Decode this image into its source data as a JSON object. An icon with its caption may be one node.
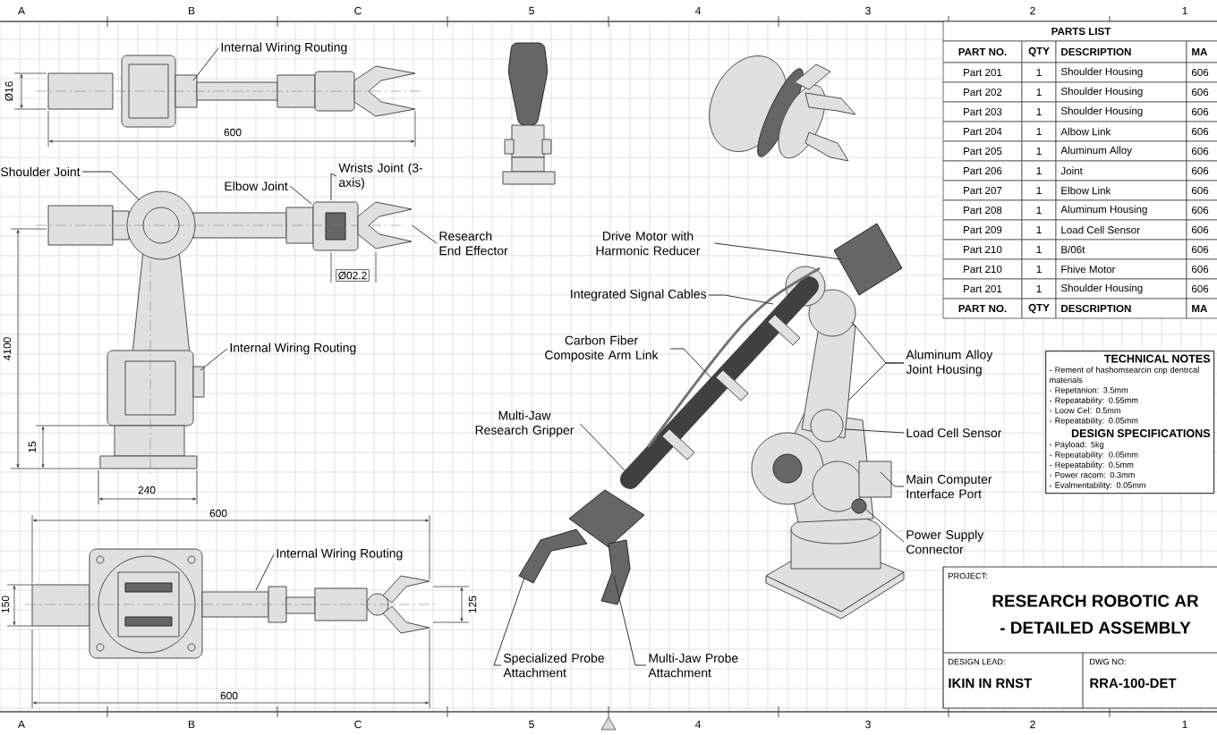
{
  "diagram": {
    "nodes": [
      {
        "text": [
          "Internal Wiring Routing"
        ]
      },
      {
        "text": [
          "Shoulder Joint"
        ]
      },
      {
        "text": [
          "Elbow Joint"
        ]
      },
      {
        "text": [
          "Wrists Joint (3-axis)"
        ]
      },
      {
        "text": [
          "Research End Effector"
        ]
      },
      {
        "text": [
          "Internal Wiring Routing"
        ]
      },
      {
        "text": [
          "Internal Wiring Routing"
        ]
      },
      {
        "text": [
          "Drive Motor with Harmonic Reducer"
        ]
      },
      {
        "text": [
          "Integrated Signal Cables"
        ]
      },
      {
        "text": [
          "Carbon Fiber Composite Arm Link"
        ]
      },
      {
        "text": [
          "Multi-Jaw Research Gripper"
        ]
      },
      {
        "text": [
          "Aluminum Alloy Joint Housing"
        ]
      },
      {
        "text": [
          "Load Cell Sensor"
        ]
      },
      {
        "text": [
          "Main Computer Interface Port"
        ]
      },
      {
        "text": [
          "Power Supply Connector"
        ]
      },
      {
        "text": [
          "Specialized Probe Attachment"
        ]
      },
      {
        "text": [
          "Multi-Jaw Probe Attachment"
        ]
      },
      {
        "text": [
          "TECHNICAL NOTES",
          "- Rement of hashomsearcin cnp dentrcal materials",
          "- Repetanion: 3.5mm",
          "- Repeatability: 0.55mm",
          "- Loow Cel: 0.5mm",
          "- Repeatability: 0.05mm",
          "DESIGN SPECIFICATIONS",
          "- Payload: 5kg",
          "- Repeatability: 0.05mm",
          "- Repeatability: 0.5mm",
          "- Power racom: 0.3mm",
          "- Evalmentability: 0.05mm"
        ]
      },
      {
        "text": [],
        "shape": "picture"
      }
    ],
    "edges": [
      {
        "from": 0,
        "to": null,
        "arrow": "none"
      },
      {
        "from": 1,
        "to": null,
        "arrow": "none"
      },
      {
        "from": 2,
        "to": null,
        "arrow": "none"
      },
      {
        "from": 3,
        "to": null,
        "arrow": "none"
      },
      {
        "from": 4,
        "to": 18,
        "arrow": "none"
      },
      {
        "from": 5,
        "to": null,
        "arrow": "none"
      },
      {
        "from": 6,
        "to": null,
        "arrow": "none"
      },
      {
        "from": 7,
        "to": null,
        "arrow": "none"
      },
      {
        "from": 8,
        "to": null,
        "arrow": "none"
      },
      {
        "from": 9,
        "to": null,
        "arrow": "none"
      },
      {
        "from": 10,
        "to": null,
        "arrow": "none"
      },
      {
        "from": 11,
        "to": null,
        "arrow": "none"
      },
      {
        "from": 11,
        "to": null,
        "arrow": "none"
      },
      {
        "from": 12,
        "to": null,
        "arrow": "none"
      },
      {
        "from": 13,
        "to": null,
        "arrow": "none"
      },
      {
        "from": 14,
        "to": null,
        "arrow": "none"
      },
      {
        "from": 15,
        "to": null,
        "arrow": "none"
      },
      {
        "from": 16,
        "to": null,
        "arrow": "none"
      }
    ],
    "labels": [
      "A",
      "B",
      "C",
      "5",
      "4",
      "3",
      "2",
      "1",
      "Ø16",
      "600",
      "Ø02.2",
      "4100",
      "15",
      "240",
      "600",
      "150",
      "125",
      "600",
      "PARTS LIST",
      "PART NO.",
      "QTY",
      "DESCRIPTION",
      "MA",
      "Part 201",
      "1",
      "Shoulder Housing",
      "606",
      "Part 202",
      "1",
      "Shoulder Housing",
      "606",
      "Part 203",
      "1",
      "Shoulder Housing",
      "606",
      "Part 204",
      "1",
      "Albow Link",
      "606",
      "Part 205",
      "1",
      "Aluminum Alloy",
      "606",
      "Part 206",
      "1",
      "Joint",
      "606",
      "Part 207",
      "1",
      "Elbow Link",
      "606",
      "Part 208",
      "1",
      "Aluminum Housing",
      "606",
      "Part 209",
      "1",
      "Load Cell Sensor",
      "606",
      "Part 210",
      "1",
      "B/06t",
      "606",
      "Part 210",
      "1",
      "Fhive Motor",
      "606",
      "Part 201",
      "1",
      "Shoulder Housing",
      "606",
      "PART NO.",
      "QTY",
      "DESCRIPTION",
      "MA",
      "PROJECT:",
      "RESEARCH ROBOTIC AR",
      "- DETAILED ASSEMBLY",
      "DESIGN LEAD:",
      "IKIN IN RNST",
      "DWG NO:",
      "RRA-100-DET",
      "A",
      "B",
      "C",
      "5",
      "4",
      "3",
      "2",
      "1"
    ]
  }
}
